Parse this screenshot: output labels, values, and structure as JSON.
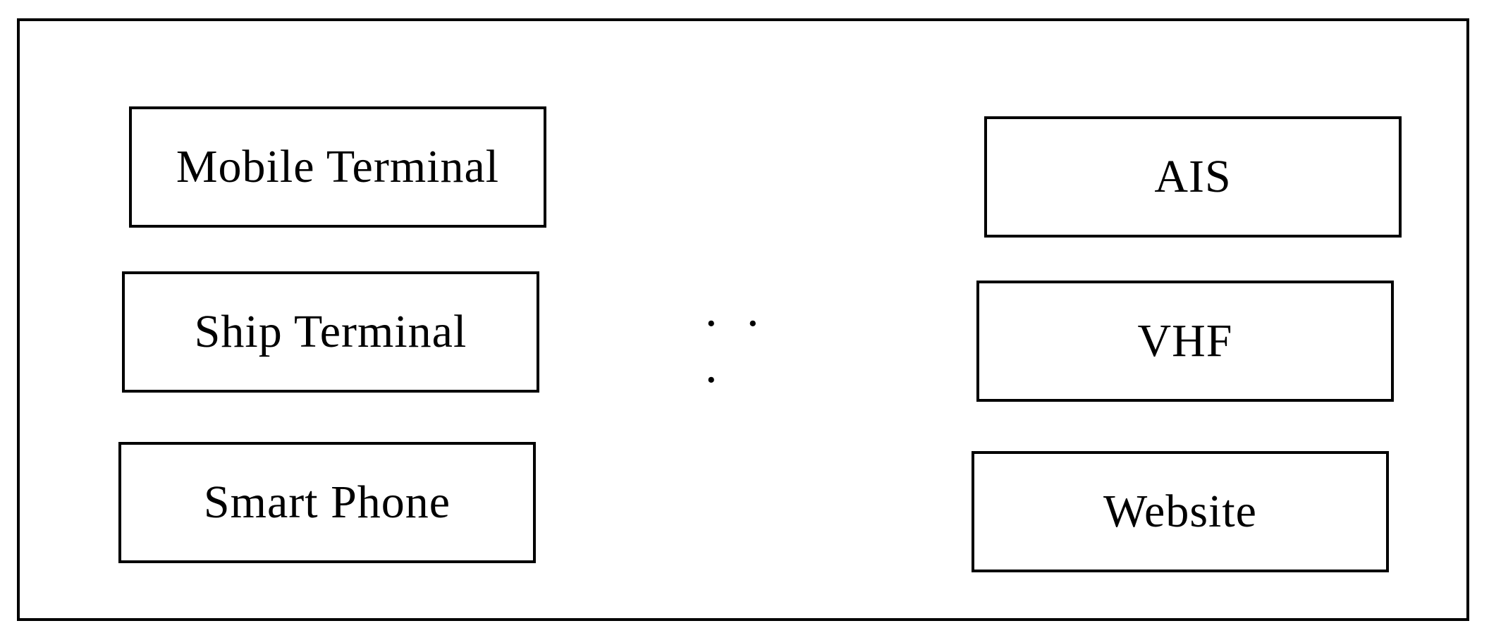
{
  "left_boxes": [
    {
      "label": "Mobile Terminal"
    },
    {
      "label": "Ship Terminal"
    },
    {
      "label": "Smart Phone"
    }
  ],
  "middle": {
    "ellipsis": ". . ."
  },
  "right_boxes": [
    {
      "label": "AIS"
    },
    {
      "label": "VHF"
    },
    {
      "label": "Website"
    }
  ]
}
